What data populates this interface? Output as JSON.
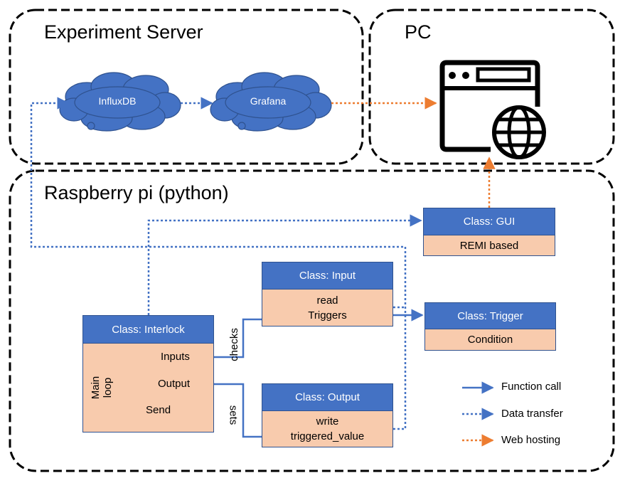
{
  "regions": {
    "experiment_server": "Experiment Server",
    "pc": "PC",
    "raspberry_pi": "Raspberry pi (python)"
  },
  "clouds": {
    "influxdb": "InfluxDB",
    "grafana": "Grafana"
  },
  "classes": {
    "gui": {
      "title": "Class: GUI",
      "lines": [
        "REMI based"
      ]
    },
    "input": {
      "title": "Class: Input",
      "lines": [
        "read",
        "Triggers"
      ]
    },
    "trigger": {
      "title": "Class: Trigger",
      "lines": [
        "Condition"
      ]
    },
    "interlock": {
      "title": "Class: Interlock",
      "inputs": "Inputs",
      "output": "Output",
      "send": "Send",
      "loop": "Main loop"
    },
    "output": {
      "title": "Class: Output",
      "lines": [
        "write",
        "triggered_value"
      ]
    }
  },
  "edge_labels": {
    "checks": "checks",
    "sets": "sets"
  },
  "legend": {
    "function_call": "Function call",
    "data_transfer": "Data transfer",
    "web_hosting": "Web hosting"
  },
  "colors": {
    "blue": "#4472c4",
    "orange": "#ed7d31",
    "peach": "#f8cbad",
    "heart": "#c00000"
  },
  "icons": [
    "browser-window-globe-icon",
    "heartbeat-icon",
    "loop-arrow-icon"
  ]
}
